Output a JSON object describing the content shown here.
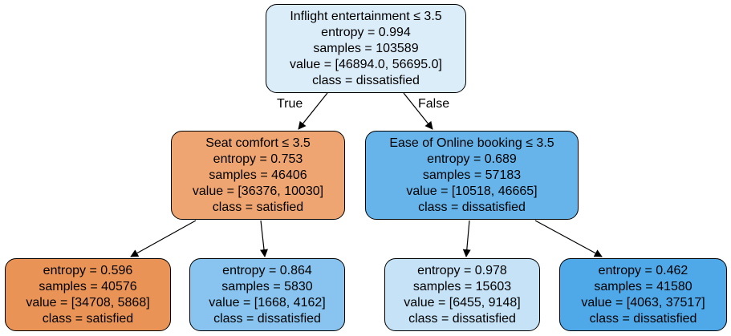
{
  "tree": {
    "root": {
      "split": "Inflight entertainment ≤ 3.5",
      "entropy": "entropy = 0.994",
      "samples": "samples = 103589",
      "value": "value = [46894.0, 56695.0]",
      "class": "class = dissatisfied",
      "color": "#dcedfa"
    },
    "edge_true_label": "True",
    "edge_false_label": "False",
    "left": {
      "split": "Seat comfort ≤ 3.5",
      "entropy": "entropy = 0.753",
      "samples": "samples = 46406",
      "value": "value = [36376, 10030]",
      "class": "class = satisfied",
      "color": "#eea572"
    },
    "right": {
      "split": "Ease of Online booking ≤ 3.5",
      "entropy": "entropy = 0.689",
      "samples": "samples = 57183",
      "value": "value = [10518, 46665]",
      "class": "class = dissatisfied",
      "color": "#67b4eb"
    },
    "ll": {
      "entropy": "entropy = 0.596",
      "samples": "samples = 40576",
      "value": "value = [34708, 5868]",
      "class": "class = satisfied",
      "color": "#e99356"
    },
    "lr": {
      "entropy": "entropy = 0.864",
      "samples": "samples = 5830",
      "value": "value = [1668, 4162]",
      "class": "class = dissatisfied",
      "color": "#88c4ef"
    },
    "rl": {
      "entropy": "entropy = 0.978",
      "samples": "samples = 15603",
      "value": "value = [6455, 9148]",
      "class": "class = dissatisfied",
      "color": "#c5e2f7"
    },
    "rr": {
      "entropy": "entropy = 0.462",
      "samples": "samples = 41580",
      "value": "value = [4063, 37517]",
      "class": "class = dissatisfied",
      "color": "#4fa8e8"
    }
  }
}
